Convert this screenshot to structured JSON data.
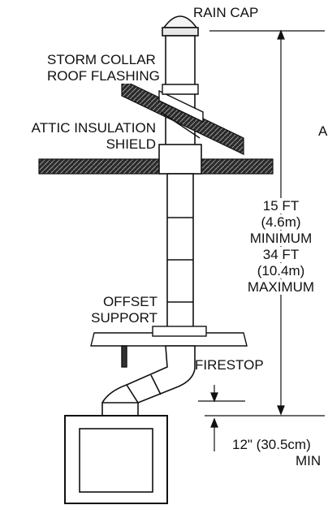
{
  "labels": {
    "rain_cap": "RAIN CAP",
    "storm_collar": "STORM COLLAR",
    "roof_flashing": "ROOF FLASHING",
    "attic_insulation": "ATTIC INSULATION",
    "shield": "SHIELD",
    "partial_edge_letter": "A",
    "height_15ft": "15 FT",
    "height_46m": "(4.6m)",
    "minimum": "MINIMUM",
    "height_34ft": "34 FT",
    "height_104m": "(10.4m)",
    "maximum": "MAXIMUM",
    "offset": "OFFSET",
    "support": "SUPPORT",
    "firestop": "FIRESTOP",
    "clearance_12in": "12\" (30.5cm)",
    "min_short": "MIN"
  }
}
